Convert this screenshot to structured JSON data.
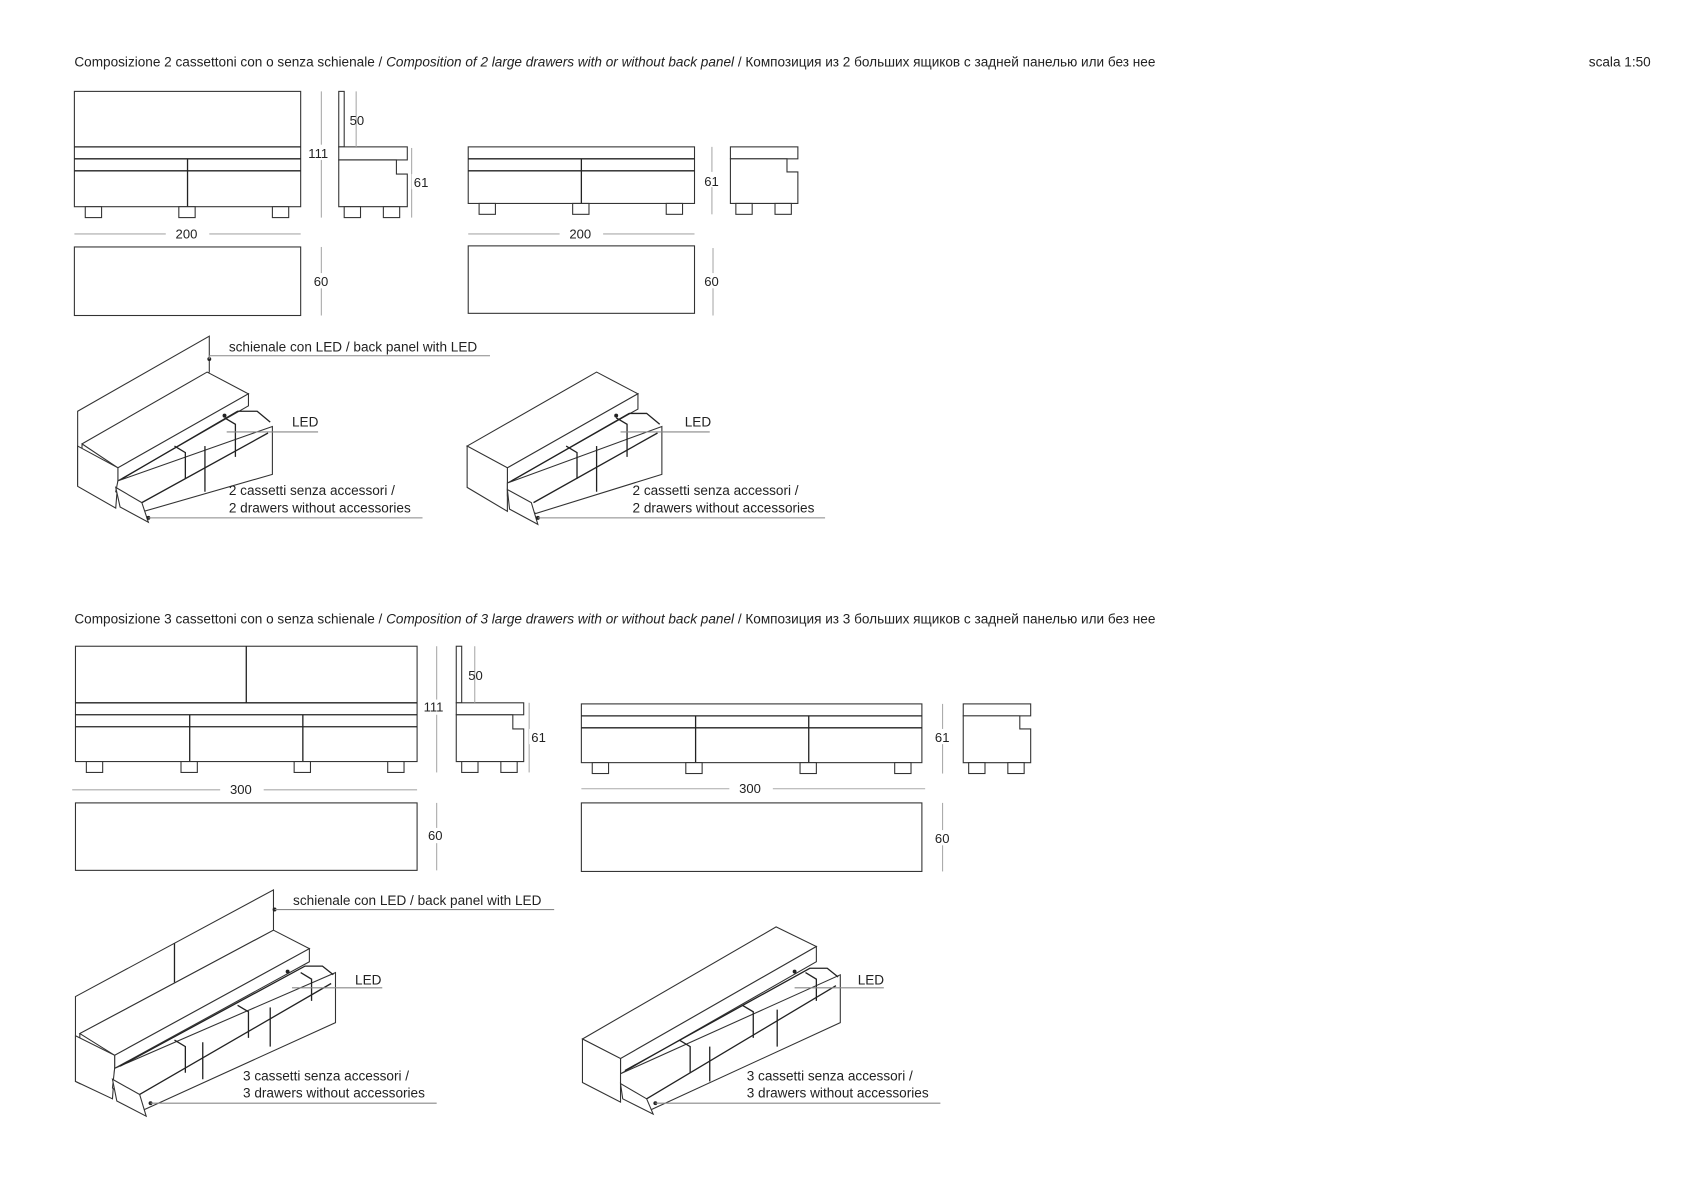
{
  "scale": "scala 1:50",
  "sections": [
    {
      "title_it": "Composizione 2 cassettoni con o senza schienale / ",
      "title_en": "Composition of 2 large drawers with or without back panel",
      "title_ru": " / Композиция из 2 больших ящиков с задней панелью или без нее",
      "dims": {
        "height_total": "111",
        "back_height": "50",
        "body_height": "61",
        "width": "200",
        "depth": "60"
      },
      "labels": {
        "back_panel": "schienale con LED / back panel with LED",
        "led": "LED",
        "drawers_it": "2 cassetti senza accessori /",
        "drawers_en": "2 drawers without accessories"
      }
    },
    {
      "title_it": "Composizione 3 cassettoni con o senza schienale / ",
      "title_en": "Composition of 3 large drawers with or without back panel",
      "title_ru": " / Композиция из 3 больших ящиков с задней панелью или без нее",
      "dims": {
        "height_total": "111",
        "back_height": "50",
        "body_height": "61",
        "width": "300",
        "depth": "60"
      },
      "labels": {
        "back_panel": "schienale con LED / back panel with LED",
        "led": "LED",
        "drawers_it": "3 cassetti senza accessori /",
        "drawers_en": "3 drawers without accessories"
      }
    }
  ]
}
